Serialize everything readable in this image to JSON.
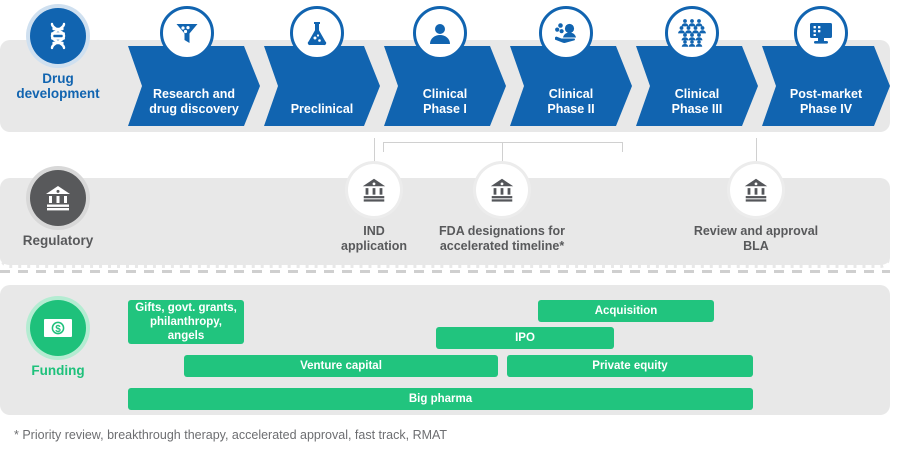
{
  "rows": {
    "development": {
      "label": "Drug\ndevelopment",
      "label_line1": "Drug",
      "label_line2": "development",
      "icon": "dna-icon",
      "color": "#1164b0",
      "stages": [
        {
          "line1": "Research and",
          "line2": "drug discovery",
          "icon": "funnel-icon"
        },
        {
          "line1": "Preclinical",
          "line2": "",
          "icon": "flask-icon"
        },
        {
          "line1": "Clinical",
          "line2": "Phase I",
          "icon": "person-icon"
        },
        {
          "line1": "Clinical",
          "line2": "Phase II",
          "icon": "people-hand-icon"
        },
        {
          "line1": "Clinical",
          "line2": "Phase III",
          "icon": "crowd-icon"
        },
        {
          "line1": "Post-market",
          "line2": "Phase IV",
          "icon": "monitor-icon"
        }
      ]
    },
    "regulatory": {
      "label": "Regulatory",
      "icon": "bank-icon",
      "color": "#58595b",
      "milestones": [
        {
          "line1": "IND",
          "line2": "application",
          "icon": "bank-icon"
        },
        {
          "line1": "FDA designations for",
          "line2": "accelerated timeline*",
          "icon": "bank-icon"
        },
        {
          "line1": "Review and approval",
          "line2": "BLA",
          "icon": "bank-icon"
        }
      ]
    },
    "funding": {
      "label": "Funding",
      "icon": "money-icon",
      "color": "#21c47e",
      "bars": [
        {
          "label": "Gifts, govt. grants, philanthropy, angels"
        },
        {
          "label": "Acquisition"
        },
        {
          "label": "IPO"
        },
        {
          "label": "Venture capital"
        },
        {
          "label": "Private equity"
        },
        {
          "label": "Big pharma"
        }
      ]
    }
  },
  "footnote": "* Priority review, breakthrough therapy, accelerated approval, fast track, RMAT"
}
